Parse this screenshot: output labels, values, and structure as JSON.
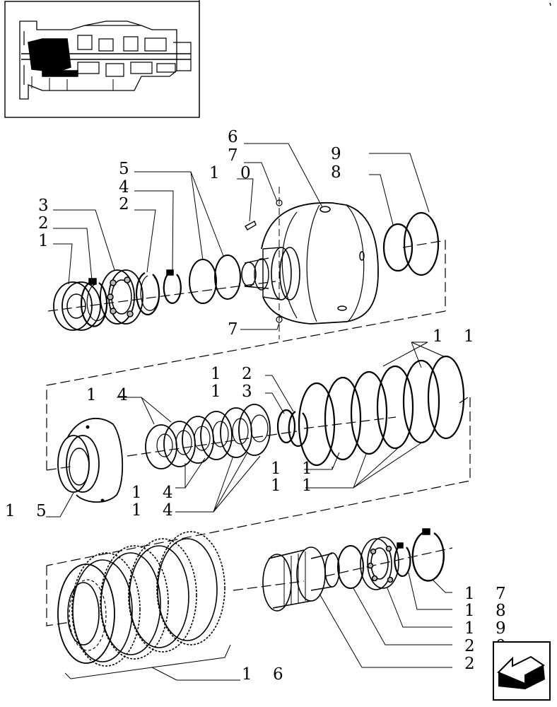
{
  "labels": {
    "l6": "6",
    "l7a": "7",
    "l10": "1 0",
    "l9": "9",
    "l8": "8",
    "l5": "5",
    "l4": "4",
    "l2a": "2",
    "l3": "3",
    "l2b": "2",
    "l1": "1",
    "l7b": "7",
    "l11a": "1 1",
    "l12": "1 2",
    "l13": "1 3",
    "l14a": "1 4",
    "l11b": "1 1",
    "l11c": "1 1",
    "l14b": "1 4",
    "l14c": "1 4",
    "l15": "1 5",
    "l17": "1 7",
    "l18": "1 8",
    "l19": "1 9",
    "l20": "2 0",
    "l21": "2 1",
    "l16": "1 6"
  },
  "navigation": {
    "icon": "previous-page-arrow-icon"
  }
}
